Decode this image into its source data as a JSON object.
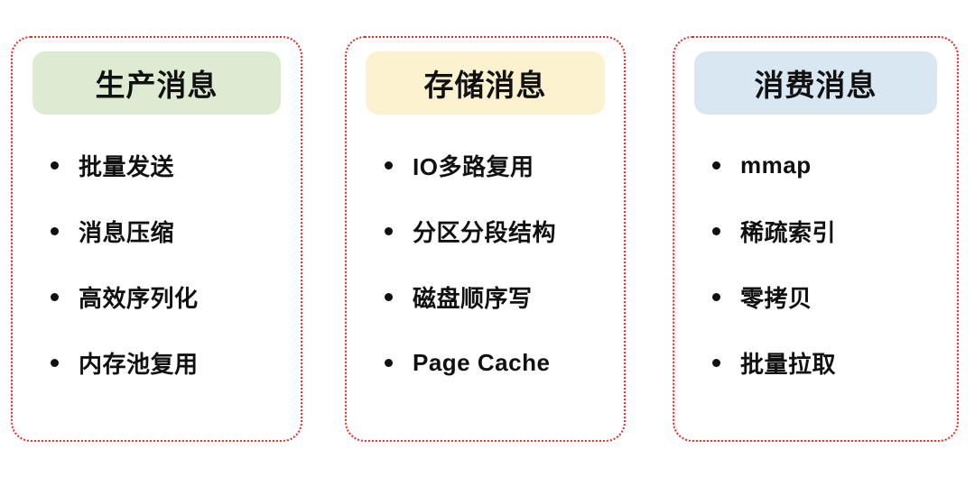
{
  "page": {
    "background": "#ffffff",
    "card_border_color": "#e02c2c"
  },
  "cards": [
    {
      "title": "生产消息",
      "header_bg": "#ddebd2",
      "items": [
        "批量发送",
        "消息压缩",
        "高效序列化",
        "内存池复用"
      ]
    },
    {
      "title": "存储消息",
      "header_bg": "#fdf2cf",
      "items": [
        "IO多路复用",
        "分区分段结构",
        "磁盘顺序写",
        "Page Cache"
      ]
    },
    {
      "title": "消费消息",
      "header_bg": "#d9e7f2",
      "items": [
        "mmap",
        "稀疏索引",
        "零拷贝",
        "批量拉取"
      ]
    }
  ]
}
